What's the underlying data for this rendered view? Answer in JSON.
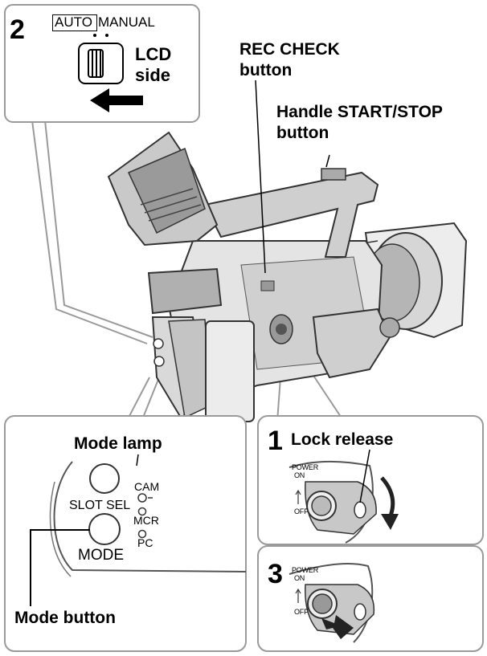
{
  "step2": {
    "number": "2",
    "switch_auto": "AUTO",
    "switch_manual": "MANUAL",
    "direction_line1": "LCD",
    "direction_line2": "side"
  },
  "callouts": {
    "rec_check_line1": "REC CHECK",
    "rec_check_line2": "button",
    "handle_line1": "Handle START/STOP",
    "handle_line2": "button"
  },
  "mode_panel": {
    "mode_lamp": "Mode lamp",
    "slot_sel": "SLOT SEL",
    "mode": "MODE",
    "cam": "CAM",
    "mcr": "MCR",
    "pc": "PC",
    "mode_button": "Mode button"
  },
  "step1": {
    "number": "1",
    "title": "Lock release",
    "power": "POWER",
    "on": "ON",
    "off": "OFF"
  },
  "step3": {
    "number": "3",
    "power": "POWER",
    "on": "ON",
    "off": "OFF"
  }
}
